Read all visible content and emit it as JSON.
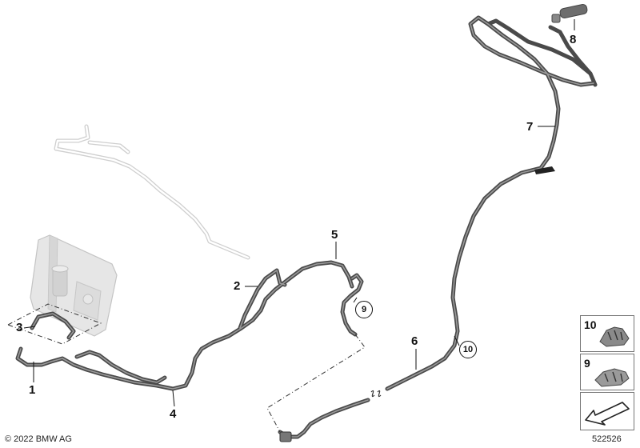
{
  "callouts": {
    "c1": "1",
    "c2": "2",
    "c3": "3",
    "c4": "4",
    "c5": "5",
    "c6": "6",
    "c7": "7",
    "c8": "8",
    "c9": "9",
    "c10": "10"
  },
  "legend": {
    "clip10": "10",
    "clip9": "9"
  },
  "footer": {
    "copyright": "© 2022 BMW AG",
    "diagram_number": "522526"
  },
  "colors": {
    "hose": "#555555",
    "hose_faded": "#c8c8c8",
    "reservoir": "#e0e0e0",
    "label": "#111111"
  },
  "icons": [
    "reservoir-icon",
    "nozzle-icon",
    "clip-10-icon",
    "clip-9-icon",
    "arrow-icon",
    "break-mark-icon"
  ]
}
